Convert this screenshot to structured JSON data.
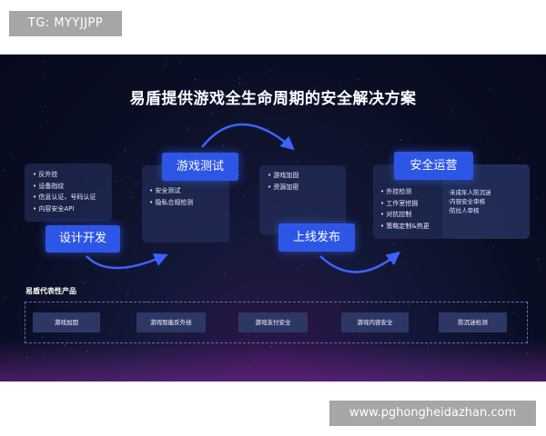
{
  "watermark_tag": "TG: MYYJJPP",
  "watermark_url": "www.pghongheidazhan.com",
  "diagram": {
    "title": "易盾提供游戏全生命周期的安全解决方案",
    "stages": [
      {
        "label": "设计开发",
        "items": [
          "反外挂",
          "设备指纹",
          "信息认证、号码认证",
          "内容安全API"
        ]
      },
      {
        "label": "游戏测试",
        "items": [
          "安全测试",
          "隐私合规检测"
        ]
      },
      {
        "label": "上线发布",
        "items": [
          "游戏加固",
          "资源加密"
        ]
      },
      {
        "label": "安全运营",
        "items": [
          "外挂检测",
          "工作室挖掘",
          "对抗控制",
          "策略定制&热更"
        ],
        "items_right": [
          "·未成年人防沉迷",
          "·内容安全审核",
          "·防拉人审核"
        ]
      }
    ],
    "products_section": {
      "title": "易盾代表性产品",
      "items": [
        "游戏加固",
        "游戏智能反外挂",
        "游戏支付安全",
        "游戏内容安全",
        "防沉迷检测"
      ]
    }
  },
  "colors": {
    "label_bg": "#2e56e6",
    "card_bg": "#283464",
    "arrow": "#3d63ff",
    "panel_bg": "#0a0e24"
  }
}
